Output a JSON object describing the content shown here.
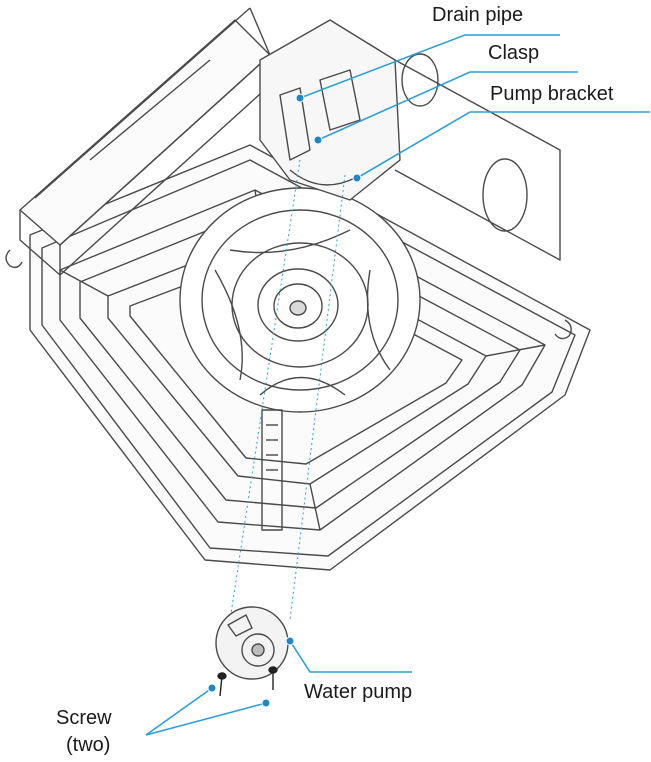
{
  "labels": {
    "drain_pipe": "Drain pipe",
    "clasp": "Clasp",
    "pump_bracket": "Pump bracket",
    "water_pump": "Water pump",
    "screw": "Screw",
    "screw_count": "(two)"
  },
  "colors": {
    "leader_line": "#2c9fd6",
    "outline": "#4a4a4a",
    "pointer_dot": "#1f86c8"
  }
}
